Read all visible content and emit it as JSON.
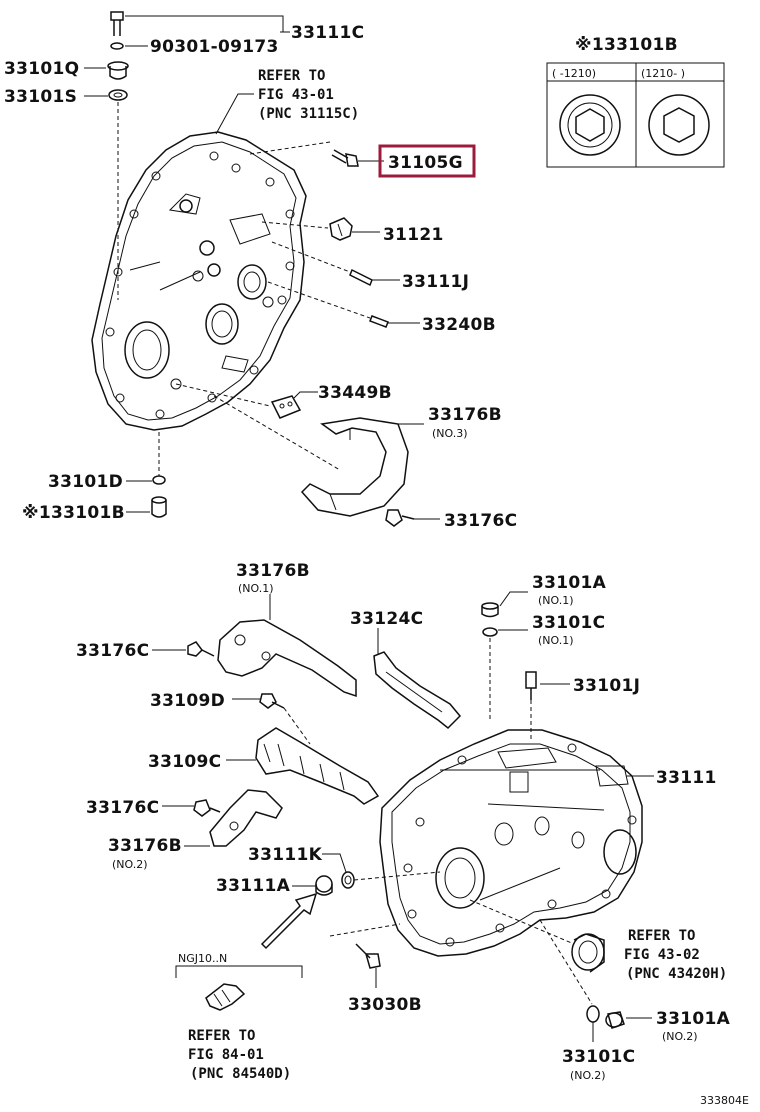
{
  "labels": {
    "p33111C": "33111C",
    "p90301": "90301-09173",
    "p33101Q": "33101Q",
    "p33101S": "33101S",
    "refer1_l1": "REFER TO",
    "refer1_l2": "FIG 43-01",
    "refer1_l3": "(PNC 31115C)",
    "p31105G": "31105G",
    "p31121": "31121",
    "p33111J": "33111J",
    "p33240B": "33240B",
    "p33449B": "33449B",
    "p33176B_top": "33176B",
    "p33176B_top_note": "(NO.3)",
    "p33101D": "33101D",
    "p33101B_left": "※133101B",
    "p33176C_top": "33176C",
    "inset_title": "※133101B",
    "inset_col1": "(      -1210)",
    "inset_col2": "(1210-       )",
    "p33176B_no1": "33176B",
    "p33176B_no1_note": "(NO.1)",
    "p33176C_left1": "33176C",
    "p33124C": "33124C",
    "p33101A_top": "33101A",
    "p33101A_top_note": "(NO.1)",
    "p33101C_top": "33101C",
    "p33101C_top_note": "(NO.1)",
    "p33101J": "33101J",
    "p33109D": "33109D",
    "p33109C": "33109C",
    "p33111": "33111",
    "p33176C_left2": "33176C",
    "p33176B_no2": "33176B",
    "p33176B_no2_note": "(NO.2)",
    "p33111K": "33111K",
    "p33111A": "33111A",
    "refer2_l1": "REFER TO",
    "refer2_l2": "FIG 43-02",
    "refer2_l3": "(PNC 43420H)",
    "ngj": "NGJ10..N",
    "p33030B": "33030B",
    "p33101A_bot": "33101A",
    "p33101A_bot_note": "(NO.2)",
    "refer3_l1": "REFER TO",
    "refer3_l2": "FIG 84-01",
    "refer3_l3": "(PNC 84540D)",
    "p33101C_bot": "33101C",
    "p33101C_bot_note": "(NO.2)",
    "figure_id": "333804E"
  },
  "highlight": {
    "part": "31105G",
    "color": "#9b1b3b"
  }
}
